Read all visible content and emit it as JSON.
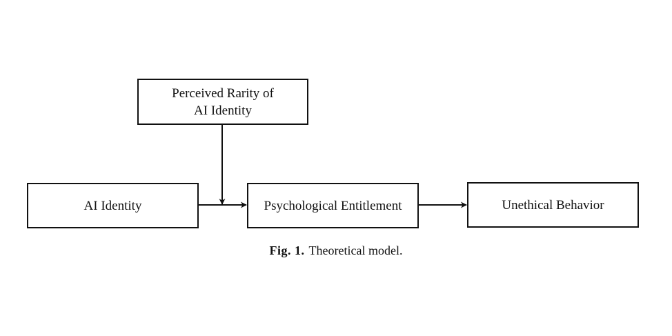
{
  "diagram": {
    "moderator": {
      "line1": "Perceived Rarity of",
      "line2": "AI Identity"
    },
    "predictor": {
      "label": "AI Identity"
    },
    "mediator": {
      "label": "Psychological Entitlement"
    },
    "outcome": {
      "label": "Unethical Behavior"
    }
  },
  "caption": {
    "fig_label": "Fig. 1.",
    "text": "Theoretical model."
  },
  "colors": {
    "line": "#111111",
    "background": "#ffffff"
  }
}
